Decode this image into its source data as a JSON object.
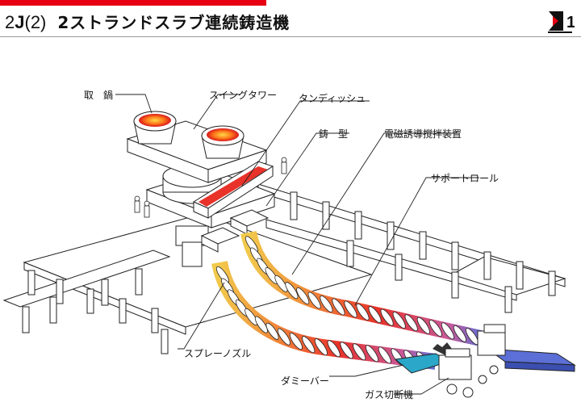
{
  "header": {
    "code_prefix": "2",
    "code_letter": "J",
    "code_suffix": "(2)",
    "title": "2ストランドスラブ連続鋳造機"
  },
  "logo": {
    "icon": "company-logo-icon",
    "mark": "1"
  },
  "labels": {
    "ladle": "取　鍋",
    "swing_tower": "スイングタワー",
    "tundish": "タンディッシュ",
    "mold": "鋳　型",
    "em_stirrer": "電磁誘導撹拌装置",
    "support_roll": "サポートロール",
    "spray_nozzle": "スプレーノズル",
    "dummy_bar": "ダミーバー",
    "gas_cutter": "ガス切断機"
  },
  "colors": {
    "accent_red": "#e60012",
    "molten_steel": "#e8322a",
    "strand_cool": "#5b6fd6",
    "dummy_bar": "#2aa7c9"
  }
}
